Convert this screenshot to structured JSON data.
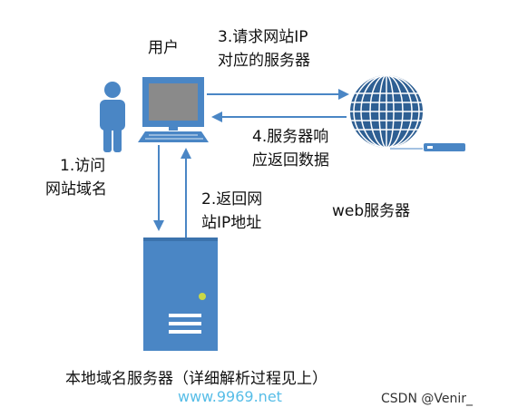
{
  "labels": {
    "user": "用户",
    "step1_line1": "1.访问",
    "step1_line2": "网站域名",
    "step2_line1": "2.返回网",
    "step2_line2": "站IP地址",
    "step3_line1": "3.请求网站IP",
    "step3_line2": "对应的服务器",
    "step4_line1": "4.服务器响",
    "step4_line2": "应返回数据",
    "web_server": "web服务器",
    "local_dns": "本地域名服务器（详细解析过程见上）"
  },
  "watermarks": {
    "site": "www.9969.net",
    "csdn": "CSDN @Venir_"
  },
  "colors": {
    "blue": "#4a86c5",
    "dark_blue": "#2e5f93",
    "screen": "#8a8a8a"
  }
}
